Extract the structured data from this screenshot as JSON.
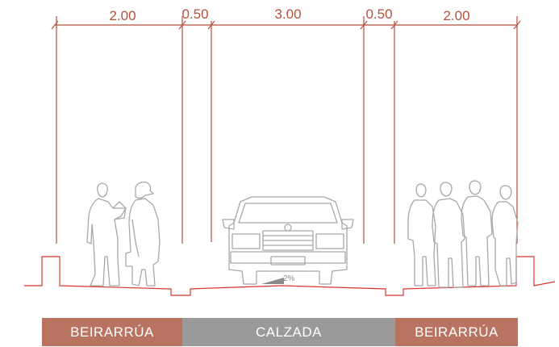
{
  "dimensions": [
    "2.00",
    "0.50",
    "3.00",
    "0.50",
    "2.00"
  ],
  "slope": "2%",
  "zones": [
    {
      "label": "BEIRARRÚA",
      "color": "#b87461"
    },
    {
      "label": "CALZADA",
      "color": "#9a9a9a"
    },
    {
      "label": "BEIRARRÚA",
      "color": "#b87461"
    }
  ],
  "colors": {
    "dimension": "#b5513a",
    "ground": "#d9362e",
    "figure": "#a8a8a8"
  }
}
